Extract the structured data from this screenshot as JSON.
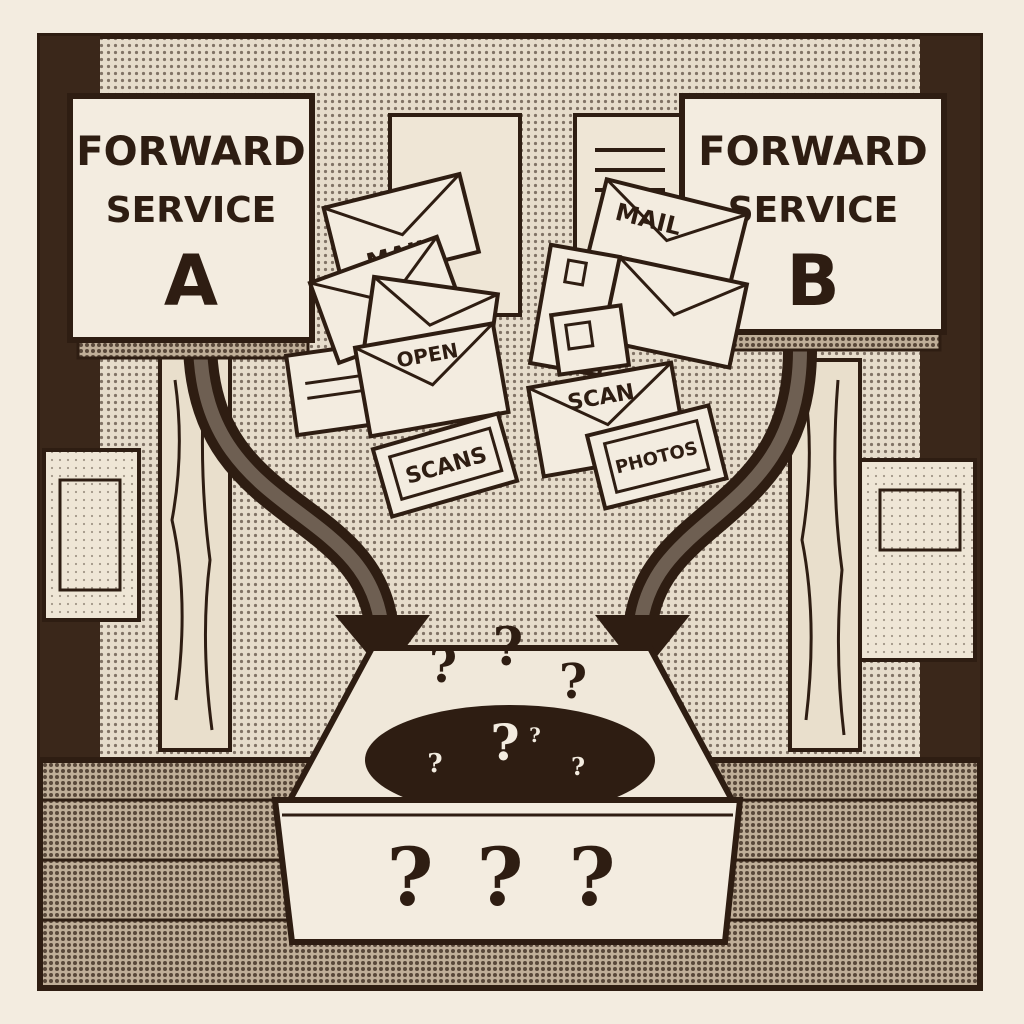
{
  "colors": {
    "ink": "#2e1d12",
    "paper": "#f3ece0",
    "dark": "#3a271a"
  },
  "sign_a": {
    "line1": "FORWARD",
    "line2": "SERVICE",
    "letter": "A"
  },
  "sign_b": {
    "line1": "FORWARD",
    "line2": "SERVICE",
    "letter": "B"
  },
  "left_pile": {
    "mail": "MAIL",
    "open": "OPEN",
    "scans": "SCANS"
  },
  "right_pile": {
    "mail": "MAIL",
    "scan": "SCAN",
    "photos": "PHOTOS"
  },
  "inbox": {
    "front_marks": [
      "?",
      "?",
      "?"
    ],
    "floating_marks": [
      "?",
      "?",
      "?",
      "?",
      "?",
      "?",
      "?"
    ]
  }
}
